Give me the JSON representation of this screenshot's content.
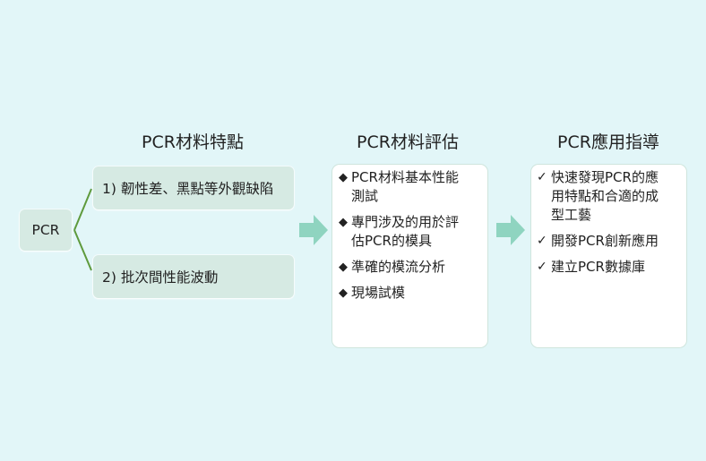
{
  "headings": {
    "features": "PCR材料特點",
    "evaluation": "PCR材料評估",
    "application": "PCR應用指導"
  },
  "root": {
    "label": "PCR"
  },
  "features": [
    {
      "label": "1) 韌性差、黑點等外觀缺陷"
    },
    {
      "label": "2) 批次間性能波動"
    }
  ],
  "evaluation": {
    "bullet_icon": "black-diamond",
    "items": [
      {
        "line1": "PCR材料基本性能",
        "line2": "測試"
      },
      {
        "line1": "專門涉及的用於評",
        "line2": "估PCR的模具"
      },
      {
        "line1": "準確的模流分析",
        "line2": ""
      },
      {
        "line1": "現場試模",
        "line2": ""
      }
    ]
  },
  "application": {
    "bullet_icon": "check-mark",
    "items": [
      {
        "line1": "快速發現PCR的應",
        "line2": "用特點和合適的成",
        "line3": "型工藝"
      },
      {
        "line1": "開發PCR創新應用",
        "line2": "",
        "line3": ""
      },
      {
        "line1": "建立PCR數據庫",
        "line2": "",
        "line3": ""
      }
    ]
  },
  "colors": {
    "background": "#e2f6f8",
    "pill": "#d6eae3",
    "arrow": "#8fd4c0",
    "connector": "#5e9a3c"
  }
}
